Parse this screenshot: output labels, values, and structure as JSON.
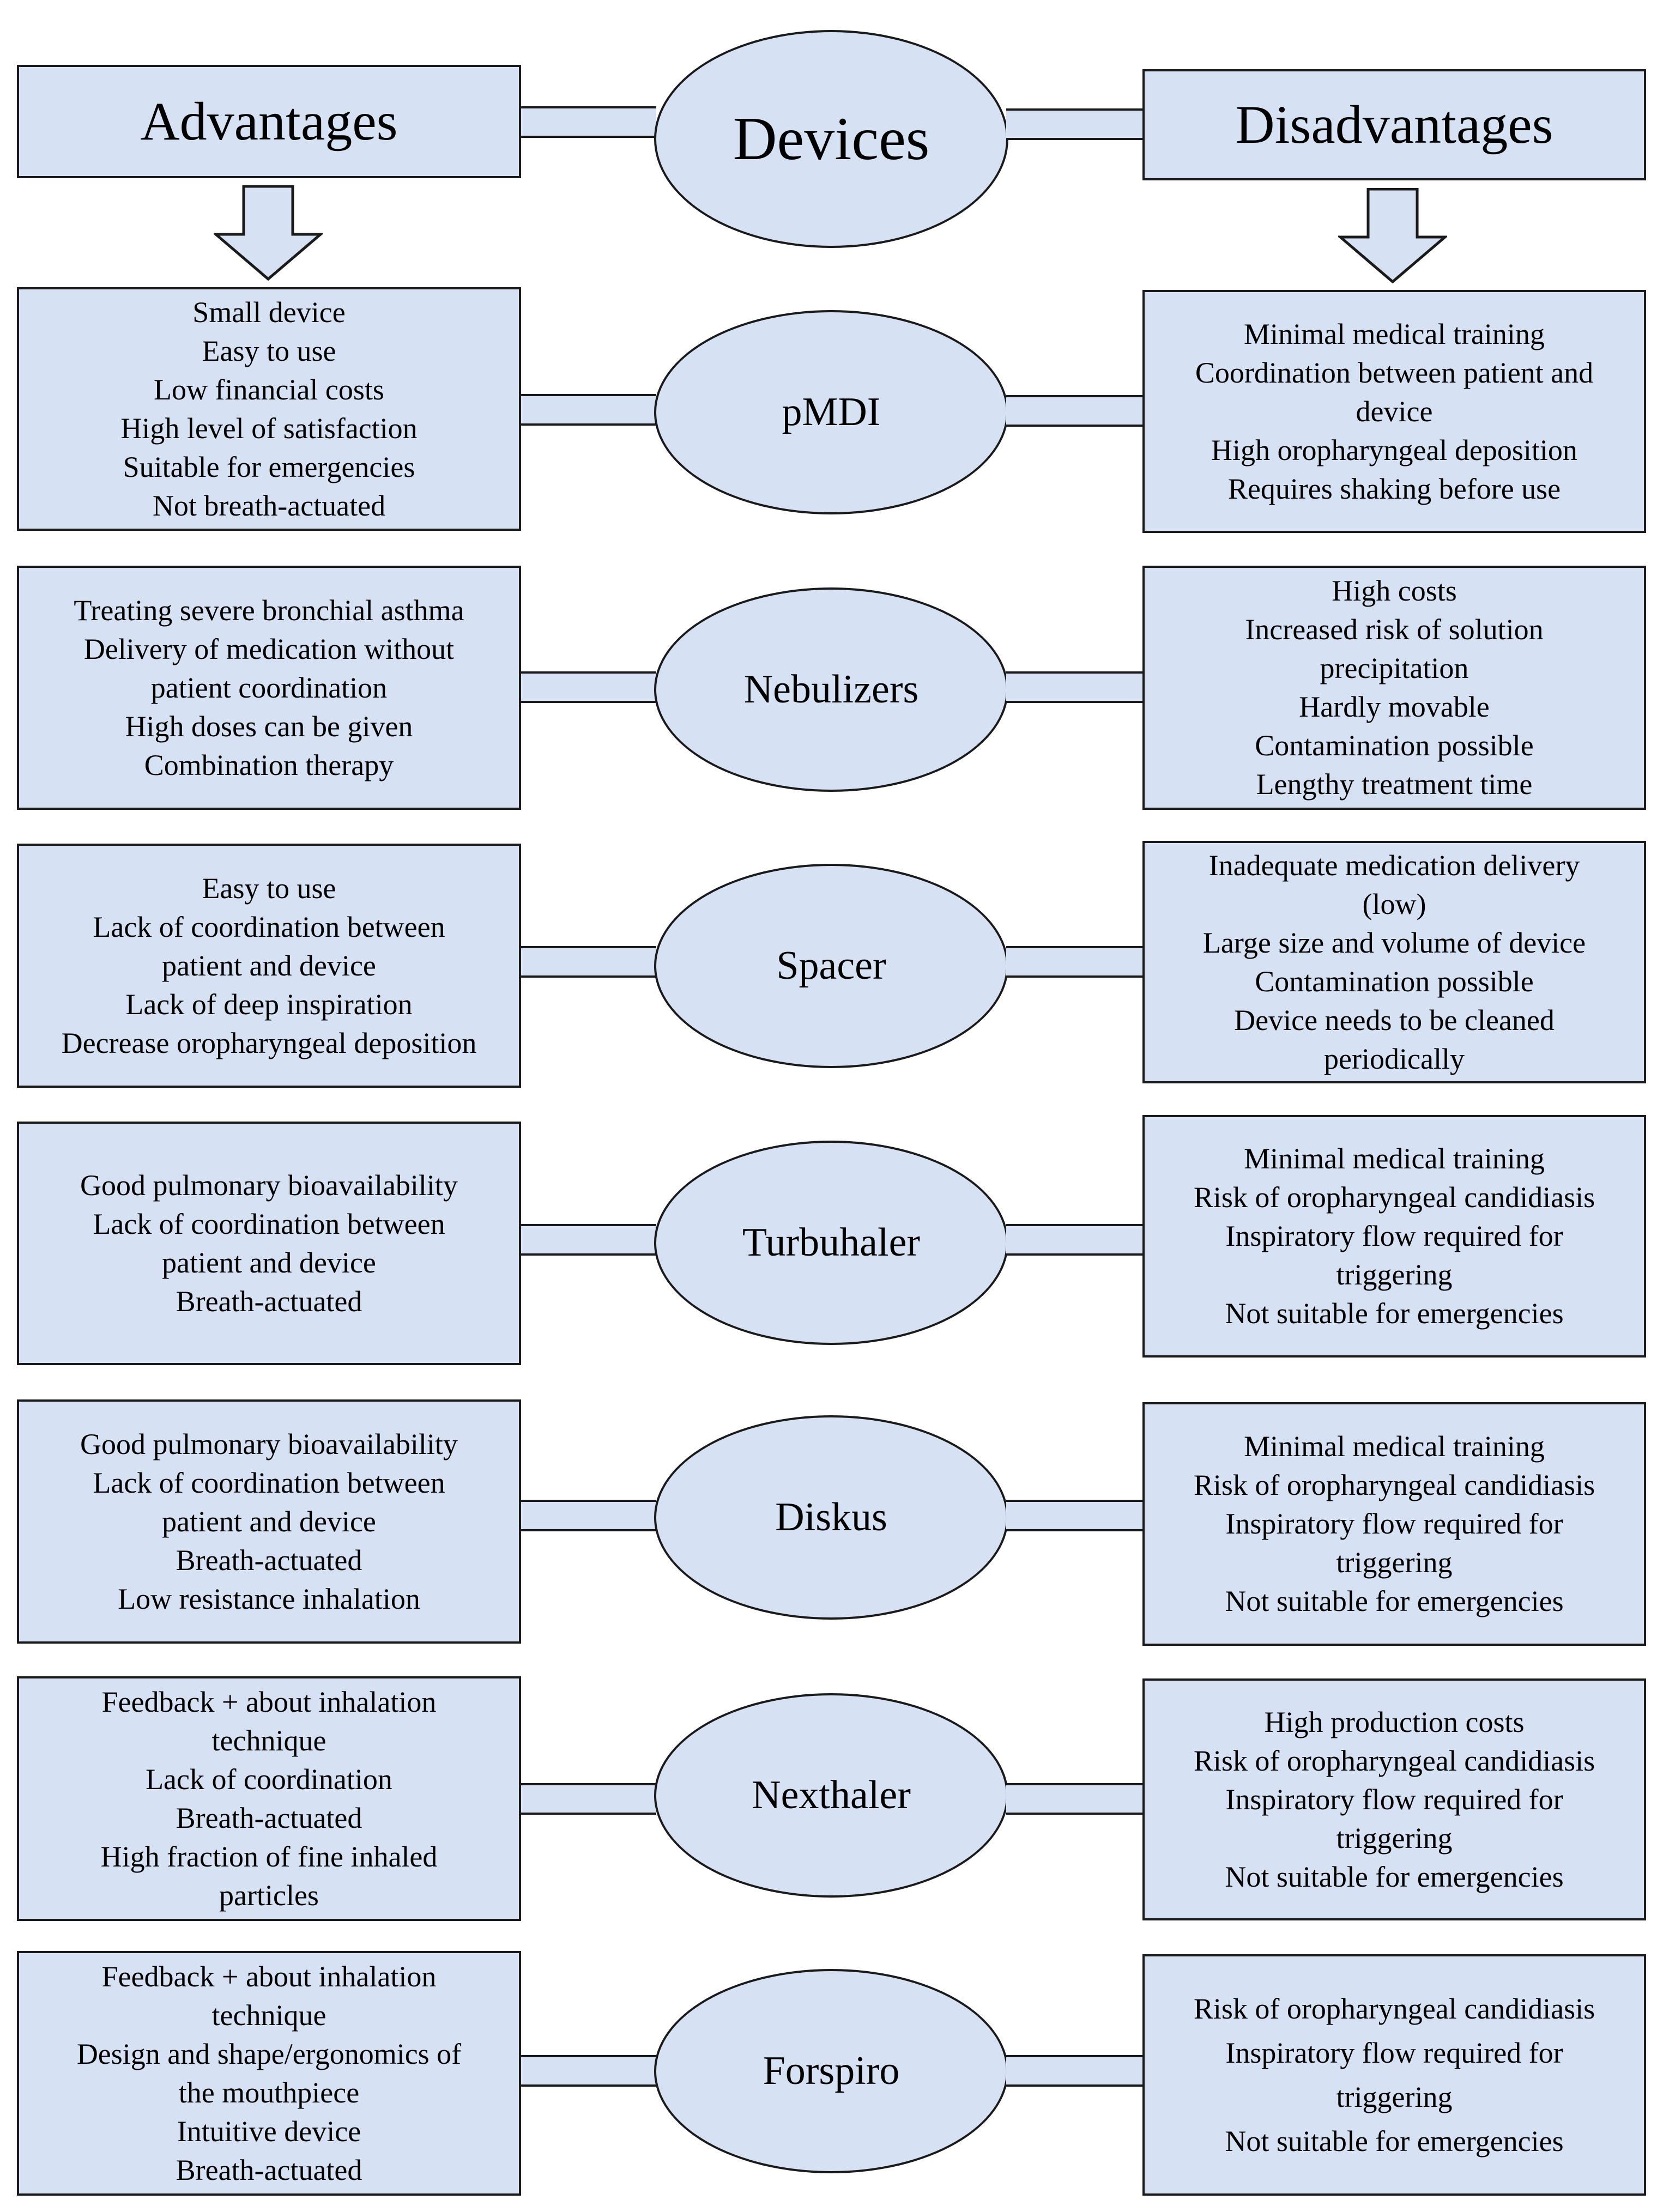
{
  "header": {
    "advantages": "Advantages",
    "devices": "Devices",
    "disadvantages": "Disadvantages"
  },
  "devices": [
    {
      "name": "pMDI",
      "advantages": [
        "Small device",
        "Easy to use",
        "Low financial costs",
        "High level of satisfaction",
        "Suitable for emergencies",
        "Not breath-actuated"
      ],
      "disadvantages": [
        "Minimal medical training",
        "Coordination between patient and",
        "device",
        "High oropharyngeal deposition",
        "Requires shaking before use"
      ]
    },
    {
      "name": "Nebulizers",
      "advantages": [
        "Treating severe bronchial asthma",
        "Delivery of medication without",
        "patient coordination",
        "High doses can be given",
        "Combination therapy"
      ],
      "disadvantages": [
        "High costs",
        "Increased risk of solution",
        "precipitation",
        "Hardly movable",
        "Contamination possible",
        "Lengthy treatment time"
      ]
    },
    {
      "name": "Spacer",
      "advantages": [
        "Easy to use",
        "Lack of coordination between",
        "patient and device",
        "Lack of deep inspiration",
        "Decrease oropharyngeal deposition"
      ],
      "disadvantages": [
        "Inadequate medication delivery",
        "(low)",
        "Large size and volume of device",
        "Contamination possible",
        "Device needs to be cleaned",
        "periodically"
      ]
    },
    {
      "name": "Turbuhaler",
      "advantages": [
        "Good pulmonary bioavailability",
        "Lack of coordination between",
        "patient and device",
        "Breath-actuated"
      ],
      "disadvantages": [
        "Minimal medical training",
        "Risk of oropharyngeal candidiasis",
        "Inspiratory flow required for",
        "triggering",
        "Not suitable for emergencies"
      ]
    },
    {
      "name": "Diskus",
      "advantages": [
        "Good pulmonary bioavailability",
        "Lack of coordination between",
        "patient and device",
        "Breath-actuated",
        "Low resistance inhalation"
      ],
      "disadvantages": [
        "Minimal medical training",
        "Risk of oropharyngeal candidiasis",
        "Inspiratory flow required for",
        "triggering",
        "Not suitable for emergencies"
      ]
    },
    {
      "name": "Nexthaler",
      "advantages": [
        "Feedback + about inhalation",
        "technique",
        "Lack of coordination",
        "Breath-actuated",
        "High fraction of fine inhaled",
        "particles"
      ],
      "disadvantages": [
        "High production costs",
        "Risk of oropharyngeal candidiasis",
        "Inspiratory flow required for",
        "triggering",
        "Not suitable for emergencies"
      ]
    },
    {
      "name": "Forspiro",
      "advantages": [
        "Feedback + about inhalation",
        "technique",
        "Design and shape/ergonomics of",
        "the mouthpiece",
        "Intuitive device",
        "Breath-actuated"
      ],
      "disadvantages": [
        "Risk of oropharyngeal candidiasis",
        "Inspiratory flow required for",
        "triggering",
        "Not suitable for emergencies"
      ]
    }
  ]
}
